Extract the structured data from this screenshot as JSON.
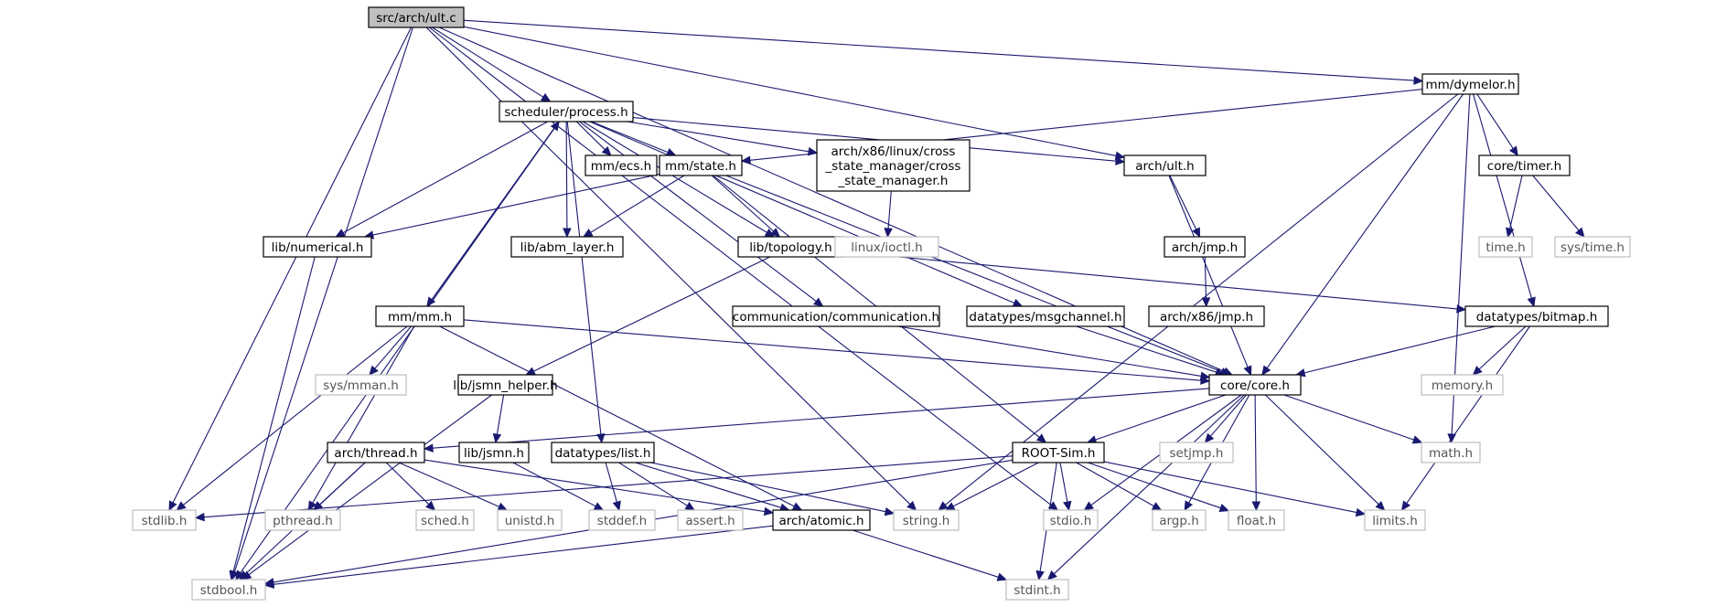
{
  "colors": {
    "edge": "#191970",
    "node_border": "#000000",
    "external_border": "#bfbfbf",
    "root_fill": "#bfbfbf",
    "text": "#000000",
    "external_text": "#555555"
  },
  "nodes": [
    {
      "id": "root",
      "kind": "root",
      "label": [
        "src/arch/ult.c"
      ]
    },
    {
      "id": "process",
      "kind": "doc",
      "label": [
        "scheduler/process.h"
      ]
    },
    {
      "id": "dymelor",
      "kind": "doc",
      "label": [
        "mm/dymelor.h"
      ]
    },
    {
      "id": "ecs",
      "kind": "doc",
      "label": [
        "mm/ecs.h"
      ]
    },
    {
      "id": "state",
      "kind": "doc",
      "label": [
        "mm/state.h"
      ]
    },
    {
      "id": "xstate",
      "kind": "doc",
      "label": [
        "arch/x86/linux/cross",
        "_state_manager/cross",
        "_state_manager.h"
      ]
    },
    {
      "id": "archult",
      "kind": "doc",
      "label": [
        "arch/ult.h"
      ]
    },
    {
      "id": "timer",
      "kind": "doc",
      "label": [
        "core/timer.h"
      ]
    },
    {
      "id": "numerical",
      "kind": "doc",
      "label": [
        "lib/numerical.h"
      ]
    },
    {
      "id": "abm",
      "kind": "doc",
      "label": [
        "lib/abm_layer.h"
      ]
    },
    {
      "id": "topology",
      "kind": "doc",
      "label": [
        "lib/topology.h"
      ]
    },
    {
      "id": "ioctl",
      "kind": "ext",
      "label": [
        "linux/ioctl.h"
      ]
    },
    {
      "id": "jmph",
      "kind": "doc",
      "label": [
        "arch/jmp.h"
      ]
    },
    {
      "id": "timeh",
      "kind": "ext",
      "label": [
        "time.h"
      ]
    },
    {
      "id": "systime",
      "kind": "ext",
      "label": [
        "sys/time.h"
      ]
    },
    {
      "id": "mmh",
      "kind": "doc",
      "label": [
        "mm/mm.h"
      ]
    },
    {
      "id": "comm",
      "kind": "doc",
      "label": [
        "communication/communication.h"
      ]
    },
    {
      "id": "msgch",
      "kind": "doc",
      "label": [
        "datatypes/msgchannel.h"
      ]
    },
    {
      "id": "x86jmp",
      "kind": "doc",
      "label": [
        "arch/x86/jmp.h"
      ]
    },
    {
      "id": "bitmap",
      "kind": "doc",
      "label": [
        "datatypes/bitmap.h"
      ]
    },
    {
      "id": "sysmman",
      "kind": "ext",
      "label": [
        "sys/mman.h"
      ]
    },
    {
      "id": "jsmnhelper",
      "kind": "doc",
      "label": [
        "lib/jsmn_helper.h"
      ]
    },
    {
      "id": "core",
      "kind": "doc",
      "label": [
        "core/core.h"
      ]
    },
    {
      "id": "memory",
      "kind": "ext",
      "label": [
        "memory.h"
      ]
    },
    {
      "id": "thread",
      "kind": "doc",
      "label": [
        "arch/thread.h"
      ]
    },
    {
      "id": "jsmn",
      "kind": "doc",
      "label": [
        "lib/jsmn.h"
      ]
    },
    {
      "id": "list",
      "kind": "doc",
      "label": [
        "datatypes/list.h"
      ]
    },
    {
      "id": "rootsim",
      "kind": "doc",
      "label": [
        "ROOT-Sim.h"
      ]
    },
    {
      "id": "setjmp",
      "kind": "ext",
      "label": [
        "setjmp.h"
      ]
    },
    {
      "id": "math",
      "kind": "ext",
      "label": [
        "math.h"
      ]
    },
    {
      "id": "stdlib",
      "kind": "ext",
      "label": [
        "stdlib.h"
      ]
    },
    {
      "id": "pthread",
      "kind": "ext",
      "label": [
        "pthread.h"
      ]
    },
    {
      "id": "sched",
      "kind": "ext",
      "label": [
        "sched.h"
      ]
    },
    {
      "id": "unistd",
      "kind": "ext",
      "label": [
        "unistd.h"
      ]
    },
    {
      "id": "stddef",
      "kind": "ext",
      "label": [
        "stddef.h"
      ]
    },
    {
      "id": "assert",
      "kind": "ext",
      "label": [
        "assert.h"
      ]
    },
    {
      "id": "atomic",
      "kind": "doc",
      "label": [
        "arch/atomic.h"
      ]
    },
    {
      "id": "string",
      "kind": "ext",
      "label": [
        "string.h"
      ]
    },
    {
      "id": "stdio",
      "kind": "ext",
      "label": [
        "stdio.h"
      ]
    },
    {
      "id": "argp",
      "kind": "ext",
      "label": [
        "argp.h"
      ]
    },
    {
      "id": "float",
      "kind": "ext",
      "label": [
        "float.h"
      ]
    },
    {
      "id": "limits",
      "kind": "ext",
      "label": [
        "limits.h"
      ]
    },
    {
      "id": "stdbool",
      "kind": "ext",
      "label": [
        "stdbool.h"
      ]
    },
    {
      "id": "stdint",
      "kind": "ext",
      "label": [
        "stdint.h"
      ]
    }
  ],
  "edges": [
    [
      "root",
      "process"
    ],
    [
      "root",
      "dymelor"
    ],
    [
      "root",
      "archult"
    ],
    [
      "root",
      "core"
    ],
    [
      "root",
      "stdlib"
    ],
    [
      "root",
      "stdbool"
    ],
    [
      "root",
      "string"
    ],
    [
      "root",
      "stdio"
    ],
    [
      "process",
      "ecs"
    ],
    [
      "process",
      "state"
    ],
    [
      "process",
      "xstate"
    ],
    [
      "process",
      "archult"
    ],
    [
      "process",
      "numerical"
    ],
    [
      "process",
      "abm"
    ],
    [
      "process",
      "topology"
    ],
    [
      "process",
      "mmh"
    ],
    [
      "process",
      "comm"
    ],
    [
      "process",
      "msgch"
    ],
    [
      "process",
      "list"
    ],
    [
      "process",
      "stdbool"
    ],
    [
      "dymelor",
      "state"
    ],
    [
      "dymelor",
      "timer"
    ],
    [
      "dymelor",
      "bitmap"
    ],
    [
      "dymelor",
      "core"
    ],
    [
      "dymelor",
      "math"
    ],
    [
      "dymelor",
      "string"
    ],
    [
      "state",
      "numerical"
    ],
    [
      "state",
      "abm"
    ],
    [
      "state",
      "topology"
    ],
    [
      "state",
      "core"
    ],
    [
      "state",
      "rootsim"
    ],
    [
      "xstate",
      "ioctl"
    ],
    [
      "archult",
      "jmph"
    ],
    [
      "archult",
      "core"
    ],
    [
      "timer",
      "timeh"
    ],
    [
      "timer",
      "systime"
    ],
    [
      "numerical",
      "stdbool"
    ],
    [
      "topology",
      "jsmnhelper"
    ],
    [
      "topology",
      "bitmap"
    ],
    [
      "jmph",
      "x86jmp"
    ],
    [
      "mmh",
      "process"
    ],
    [
      "mmh",
      "sysmman"
    ],
    [
      "mmh",
      "core"
    ],
    [
      "mmh",
      "atomic"
    ],
    [
      "mmh",
      "stdlib"
    ],
    [
      "mmh",
      "pthread"
    ],
    [
      "comm",
      "core"
    ],
    [
      "msgch",
      "core"
    ],
    [
      "bitmap",
      "core"
    ],
    [
      "bitmap",
      "memory"
    ],
    [
      "bitmap",
      "limits"
    ],
    [
      "jsmnhelper",
      "jsmn"
    ],
    [
      "jsmnhelper",
      "stdbool"
    ],
    [
      "core",
      "thread"
    ],
    [
      "core",
      "rootsim"
    ],
    [
      "core",
      "setjmp"
    ],
    [
      "core",
      "math"
    ],
    [
      "core",
      "stdio"
    ],
    [
      "core",
      "argp"
    ],
    [
      "core",
      "float"
    ],
    [
      "core",
      "limits"
    ],
    [
      "core",
      "stdint"
    ],
    [
      "thread",
      "pthread"
    ],
    [
      "thread",
      "sched"
    ],
    [
      "thread",
      "unistd"
    ],
    [
      "thread",
      "atomic"
    ],
    [
      "thread",
      "stdbool"
    ],
    [
      "jsmn",
      "stddef"
    ],
    [
      "list",
      "stddef"
    ],
    [
      "list",
      "assert"
    ],
    [
      "list",
      "atomic"
    ],
    [
      "list",
      "string"
    ],
    [
      "rootsim",
      "stdlib"
    ],
    [
      "rootsim",
      "string"
    ],
    [
      "rootsim",
      "stdio"
    ],
    [
      "rootsim",
      "argp"
    ],
    [
      "rootsim",
      "float"
    ],
    [
      "rootsim",
      "limits"
    ],
    [
      "rootsim",
      "stdbool"
    ],
    [
      "rootsim",
      "stdint"
    ],
    [
      "atomic",
      "stdbool"
    ],
    [
      "atomic",
      "stdint"
    ]
  ]
}
